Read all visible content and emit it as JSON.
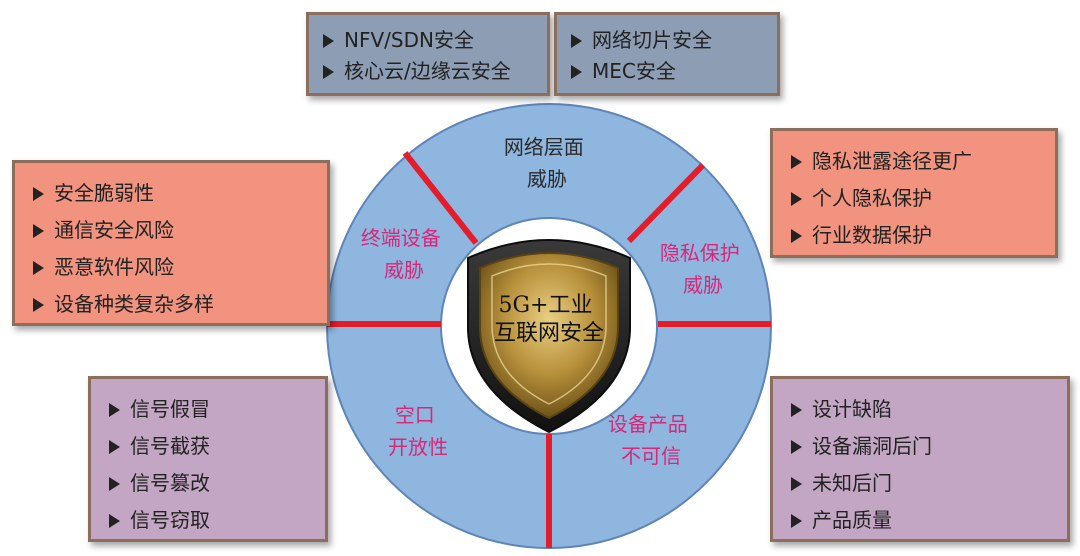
{
  "boxes": {
    "top_left": {
      "items": [
        "NFV/SDN安全",
        "核心云/边缘云安全"
      ]
    },
    "top_right": {
      "items": [
        "网络切片安全",
        "MEC安全"
      ]
    },
    "left_mid": {
      "items": [
        "安全脆弱性",
        "通信安全风险",
        "恶意软件风险",
        "设备种类复杂多样"
      ]
    },
    "right_top": {
      "items": [
        "隐私泄露途径更广",
        "个人隐私保护",
        "行业数据保护"
      ]
    },
    "left_bottom": {
      "items": [
        "信号假冒",
        "信号截获",
        "信号篡改",
        "信号窃取"
      ]
    },
    "right_bottom": {
      "items": [
        "设计缺陷",
        "设备漏洞后门",
        "未知后门",
        "产品质量"
      ]
    }
  },
  "ring": {
    "network": {
      "line1": "网络层面",
      "line2": "威胁"
    },
    "terminal": {
      "line1": "终端设备",
      "line2": "威胁"
    },
    "privacy": {
      "line1": "隐私保护",
      "line2": "威胁"
    },
    "air": {
      "line1": "空口",
      "line2": "开放性"
    },
    "product": {
      "line1": "设备产品",
      "line2": "不可信"
    }
  },
  "center": {
    "line1": "5G+工业",
    "line2": "互联网安全"
  },
  "colors": {
    "ring_fill": "#8fb6df",
    "ring_stroke": "#5e84b8",
    "divider": "#e31d2a",
    "dark_label": "#2b2b2b",
    "pink_label": "#d6287a",
    "salmon": "#f1937f",
    "purple": "#c2a6c4",
    "slate": "#8c9db4"
  }
}
